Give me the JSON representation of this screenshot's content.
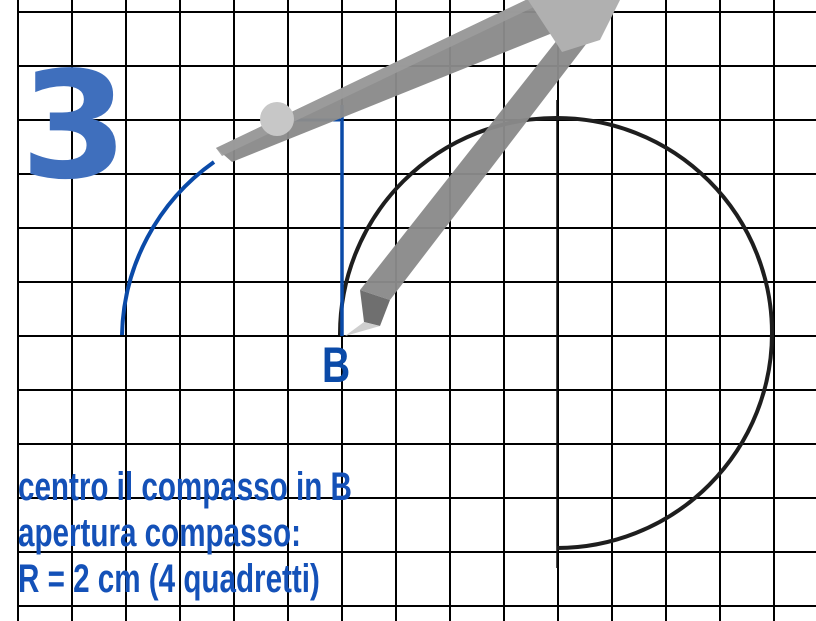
{
  "step": {
    "number": "3"
  },
  "point": {
    "label": "B"
  },
  "instructions": {
    "line1": "centro il compasso in B",
    "line2": "apertura compasso:",
    "line3": "R = 2 cm (4 quadretti)"
  },
  "colors": {
    "grid": "#000000",
    "blue_arc": "#0a4aa8",
    "circle": "#1e1e1e",
    "step_number": "#3f6fbd",
    "text": "#1451b8",
    "compass": "#8a8a8a"
  }
}
